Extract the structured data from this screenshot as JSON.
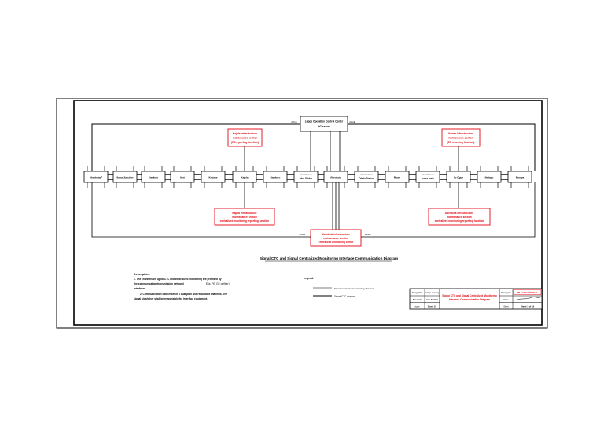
{
  "control_center": {
    "line1": "Lagos Operation Control Center",
    "line2": "OC server",
    "port_left": "2xGE",
    "port_right": "2xGE"
  },
  "stations": [
    "Abeokuta/F",
    "Ibese Junction",
    "Ewekoro",
    "Itori",
    "Kobape",
    "Kajola",
    "Bwakoro",
    "Igbo Olukin",
    "Abeokuta",
    "Ofada Station",
    "Mowe",
    "Iyana Ipaja",
    "Ilo Ogun",
    "Ifedapo",
    "Moniya"
  ],
  "station_subtitles": {
    "7": "MAINTENANCE",
    "9": "MAINTENANCE",
    "11": "MAINTENANCE"
  },
  "red_boxes": {
    "kajola_top": [
      "Kajola Infrastructure",
      "maintenance section",
      "(ES reporting function)"
    ],
    "ibadan_top": [
      "Ibadan Infrastructure",
      "maintenance section",
      "(ES reporting function)"
    ],
    "kajola_bottom": [
      "Kajola Infrastructure",
      "maintenance section",
      "centralized monitoring reporting function"
    ],
    "ibadan_bottom": [
      "Abeokuta Infrastructure",
      "maintenance section",
      "centralized monitoring reporting function"
    ],
    "center_bottom": [
      "Abeokuta Infrastructure",
      "maintenance section",
      "centralized monitoring center"
    ]
  },
  "bus_labels": {
    "left": "2xGE",
    "right": "2xGE",
    "center": "2xGE"
  },
  "diagram_title": "Signal CTC and Signal Centralized Monitoring Interface Communication Diagram",
  "description": {
    "heading": "Description:",
    "line1": "1. The channels of signal CTC and centralized monitoring are provided by",
    "line2": "the communication transmission network(",
    "line2b": "E1s, FE, GE or fiber)",
    "line3": "interfaces.",
    "line4": "2. Communication cable/fiber in a dual path and redundant channels. The",
    "line5": "signal side/other shall be responsible for interface equipment."
  },
  "legend": {
    "title": "Legend:",
    "item1": "Signal centralized monitoring channel",
    "item2": "Signal CTC channel"
  },
  "title_block": {
    "hdr1": "Design/Chk",
    "hdr2": "Group Leading",
    "val1": "Abeokuta",
    "val2": "Line Section",
    "row3a": "scale",
    "row3b": "Sheet 1/1",
    "main_title_1": "Signal CTC and Signal Centralized Monitoring",
    "main_title_2": "Interface Communication Diagram",
    "drawing_no_label": "Drawing No.",
    "drawing_no_value": "NB-SJ-2019-CTC-XD-01",
    "date_label": "Date",
    "scale_label": "Scale",
    "sheet_label": "Sheet",
    "sheet_value": "Sheet 1 of 19"
  },
  "colors": {
    "red": "#e30613",
    "line": "#000000"
  }
}
